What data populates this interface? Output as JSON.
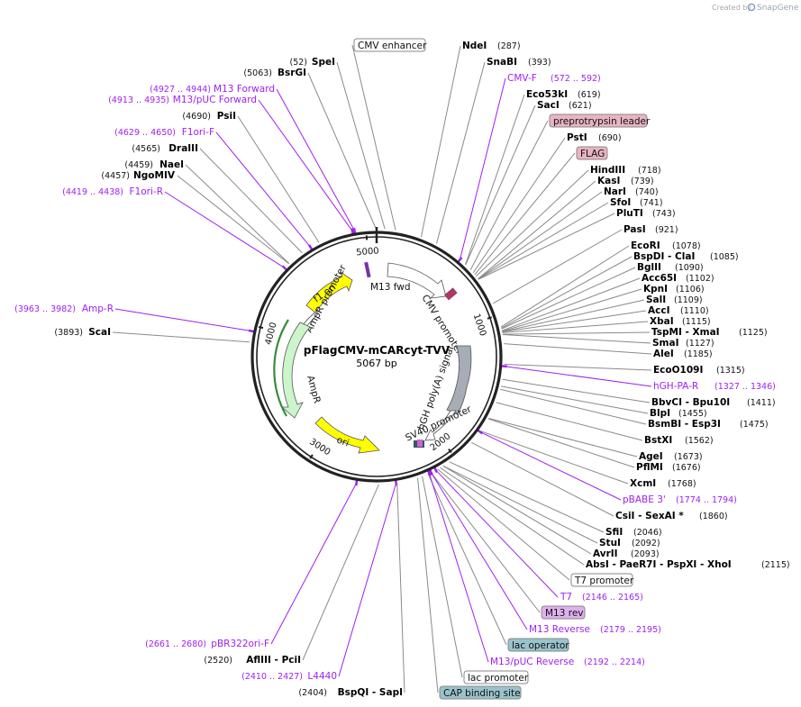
{
  "credit": {
    "prefix": "Created by",
    "brand": "SnapGene"
  },
  "plasmid": {
    "name": "pFlagCMV-mCARcyt-TVV",
    "size": "5067 bp",
    "length": 5067
  },
  "ticks": [
    "1000",
    "2000",
    "3000",
    "4000",
    "5000"
  ],
  "features": [
    {
      "name": "f1 ori"
    },
    {
      "name": "AmpR promoter"
    },
    {
      "name": "AmpR"
    },
    {
      "name": "ori"
    },
    {
      "name": "M13 fwd"
    },
    {
      "name": "CMV promoter"
    },
    {
      "name": "hGH poly(A) signal"
    },
    {
      "name": "SV40 promoter"
    }
  ],
  "labels_right": [
    {
      "name": "CMV enhancer",
      "pos": "",
      "kind": "boxed"
    },
    {
      "name": "NdeI",
      "pos": "(287)",
      "kind": "site"
    },
    {
      "name": "SnaBI",
      "pos": "(393)",
      "kind": "site"
    },
    {
      "name": "CMV-F",
      "pos": "(572 .. 592)",
      "kind": "primer"
    },
    {
      "name": "Eco53kI",
      "pos": "(619)",
      "kind": "site"
    },
    {
      "name": "SacI",
      "pos": "(621)",
      "kind": "site"
    },
    {
      "name": "preprotrypsin leader",
      "pos": "",
      "kind": "pink"
    },
    {
      "name": "PstI",
      "pos": "(690)",
      "kind": "site"
    },
    {
      "name": "FLAG",
      "pos": "",
      "kind": "pink"
    },
    {
      "name": "HindIII",
      "pos": "(718)",
      "kind": "site"
    },
    {
      "name": "KasI",
      "pos": "(739)",
      "kind": "site"
    },
    {
      "name": "NarI",
      "pos": "(740)",
      "kind": "site"
    },
    {
      "name": "SfoI",
      "pos": "(741)",
      "kind": "site"
    },
    {
      "name": "PluTI",
      "pos": "(743)",
      "kind": "site"
    },
    {
      "name": "PasI",
      "pos": "(921)",
      "kind": "site"
    },
    {
      "name": "EcoRI",
      "pos": "(1078)",
      "kind": "site"
    },
    {
      "name": "BspDI - ClaI",
      "pos": "(1085)",
      "kind": "site"
    },
    {
      "name": "BglII",
      "pos": "(1090)",
      "kind": "site"
    },
    {
      "name": "Acc65I",
      "pos": "(1102)",
      "kind": "site"
    },
    {
      "name": "KpnI",
      "pos": "(1106)",
      "kind": "site"
    },
    {
      "name": "SalI",
      "pos": "(1109)",
      "kind": "site"
    },
    {
      "name": "AccI",
      "pos": "(1110)",
      "kind": "site"
    },
    {
      "name": "XbaI",
      "pos": "(1115)",
      "kind": "site"
    },
    {
      "name": "TspMI - XmaI",
      "pos": "(1125)",
      "kind": "site"
    },
    {
      "name": "SmaI",
      "pos": "(1127)",
      "kind": "site"
    },
    {
      "name": "AleI",
      "pos": "(1185)",
      "kind": "site"
    },
    {
      "name": "EcoO109I",
      "pos": "(1315)",
      "kind": "site"
    },
    {
      "name": "hGH-PA-R",
      "pos": "(1327 .. 1346)",
      "kind": "primer"
    },
    {
      "name": "BbvCI - Bpu10I",
      "pos": "(1411)",
      "kind": "site"
    },
    {
      "name": "BlpI",
      "pos": "(1455)",
      "kind": "site"
    },
    {
      "name": "BsmBI - Esp3I",
      "pos": "(1475)",
      "kind": "site"
    },
    {
      "name": "BstXI",
      "pos": "(1562)",
      "kind": "site"
    },
    {
      "name": "AgeI",
      "pos": "(1673)",
      "kind": "site"
    },
    {
      "name": "PflMI",
      "pos": "(1676)",
      "kind": "site"
    },
    {
      "name": "XcmI",
      "pos": "(1768)",
      "kind": "site"
    },
    {
      "name": "pBABE 3'",
      "pos": "(1774 .. 1794)",
      "kind": "primer"
    },
    {
      "name": "CsiI - SexAI *",
      "pos": "(1860)",
      "kind": "site"
    },
    {
      "name": "SfiI",
      "pos": "(2046)",
      "kind": "site"
    },
    {
      "name": "StuI",
      "pos": "(2092)",
      "kind": "site"
    },
    {
      "name": "AvrII",
      "pos": "(2093)",
      "kind": "site"
    },
    {
      "name": "AbsI - PaeR7I - PspXI - XhoI",
      "pos": "(2115)",
      "kind": "site"
    },
    {
      "name": "T7 promoter",
      "pos": "",
      "kind": "boxed"
    },
    {
      "name": "T7",
      "pos": "(2146 .. 2165)",
      "kind": "primer"
    },
    {
      "name": "M13 rev",
      "pos": "",
      "kind": "lavender"
    },
    {
      "name": "M13 Reverse",
      "pos": "(2179 .. 2195)",
      "kind": "primer"
    },
    {
      "name": "lac operator",
      "pos": "",
      "kind": "teal"
    },
    {
      "name": "M13/pUC Reverse",
      "pos": "(2192 .. 2214)",
      "kind": "primer"
    },
    {
      "name": "lac promoter",
      "pos": "",
      "kind": "boxed"
    },
    {
      "name": "CAP binding site",
      "pos": "",
      "kind": "teal"
    }
  ],
  "labels_left": [
    {
      "name": "SpeI",
      "pos": "(52)",
      "kind": "site"
    },
    {
      "name": "BsrGI",
      "pos": "(5063)",
      "kind": "site"
    },
    {
      "name": "M13 Forward",
      "pos": "(4927 .. 4944)",
      "kind": "primer"
    },
    {
      "name": "M13/pUC Forward",
      "pos": "(4913 .. 4935)",
      "kind": "primer"
    },
    {
      "name": "PsiI",
      "pos": "(4690)",
      "kind": "site"
    },
    {
      "name": "F1ori-F",
      "pos": "(4629 .. 4650)",
      "kind": "primer"
    },
    {
      "name": "DraIII",
      "pos": "(4565)",
      "kind": "site"
    },
    {
      "name": "NaeI",
      "pos": "(4459)",
      "kind": "site"
    },
    {
      "name": "NgoMIV",
      "pos": "(4457)",
      "kind": "site"
    },
    {
      "name": "F1ori-R",
      "pos": "(4419 .. 4438)",
      "kind": "primer"
    },
    {
      "name": "Amp-R",
      "pos": "(3963 .. 3982)",
      "kind": "primer"
    },
    {
      "name": "ScaI",
      "pos": "(3893)",
      "kind": "site"
    },
    {
      "name": "pBR322ori-F",
      "pos": "(2661 .. 2680)",
      "kind": "primer"
    },
    {
      "name": "AflIII - PciI",
      "pos": "(2520)",
      "kind": "site"
    },
    {
      "name": "L4440",
      "pos": "(2410 .. 2427)",
      "kind": "primer"
    },
    {
      "name": "BspQI - SapI",
      "pos": "(2404)",
      "kind": "site"
    }
  ]
}
